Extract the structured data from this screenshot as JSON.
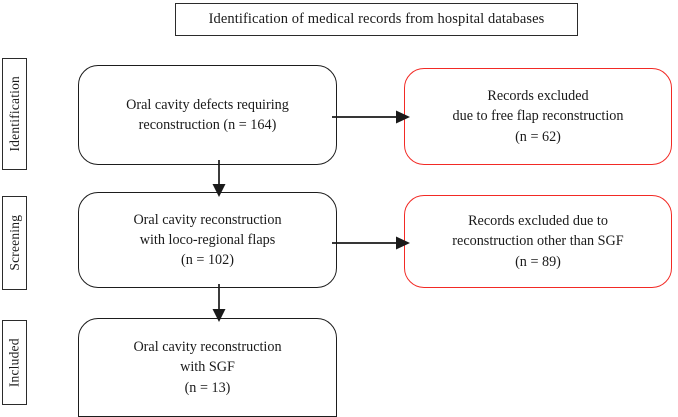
{
  "figure": {
    "type": "prisma-flow-diagram",
    "title": "Identification of medical records from hospital databases",
    "colors": {
      "included_border": "#1d1d1d",
      "excluded_border": "#f22a25",
      "arrow": "#1a1a1a",
      "text": "#1a1a1a",
      "background": "#ffffff"
    }
  },
  "stages": [
    {
      "id": "identification",
      "label": "Identification"
    },
    {
      "id": "screening",
      "label": "Screening"
    },
    {
      "id": "included",
      "label": "Included"
    }
  ],
  "nodes": {
    "identification": {
      "lines": [
        "Oral cavity defects requiring",
        "reconstruction (n = 164)"
      ],
      "count": 164
    },
    "screening": {
      "lines": [
        "Oral cavity reconstruction",
        "with loco-regional flaps",
        "(n = 102)"
      ],
      "count": 102
    },
    "included": {
      "lines": [
        "Oral cavity reconstruction",
        "with SGF",
        "(n = 13)"
      ],
      "count": 13
    },
    "excluded_1": {
      "lines": [
        "Records excluded",
        "due to free flap reconstruction",
        "(n = 62)"
      ],
      "count": 62
    },
    "excluded_2": {
      "lines": [
        "Records excluded due to",
        "reconstruction other than SGF",
        "(n = 89)"
      ],
      "count": 89
    }
  },
  "connectors": [
    {
      "id": "arrow-h-1",
      "from": "identification",
      "to": "excluded_1",
      "direction": "right"
    },
    {
      "id": "arrow-h-2",
      "from": "screening",
      "to": "excluded_2",
      "direction": "right"
    },
    {
      "id": "arrow-v-1",
      "from": "identification",
      "to": "screening",
      "direction": "down"
    },
    {
      "id": "arrow-v-2",
      "from": "screening",
      "to": "included",
      "direction": "down"
    }
  ]
}
